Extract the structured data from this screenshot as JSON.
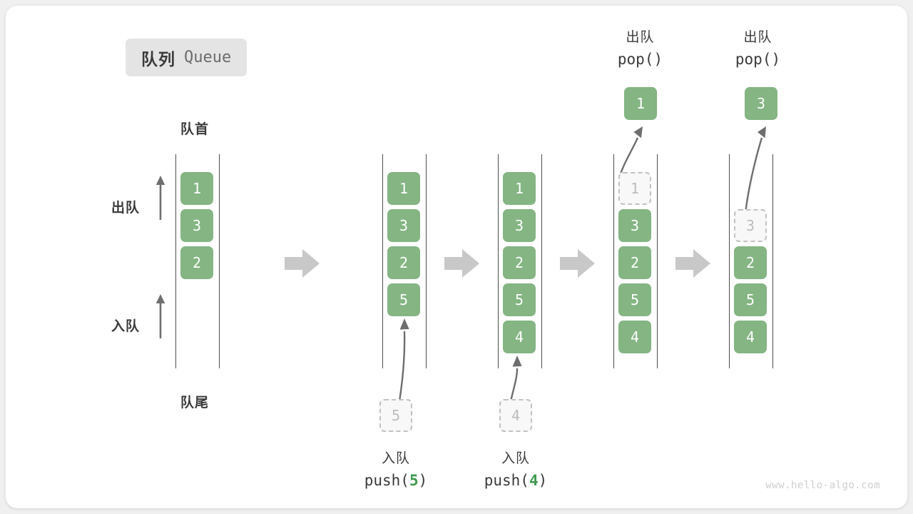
{
  "title": {
    "cn": "队列",
    "en": "Queue"
  },
  "labels": {
    "head": "队首",
    "tail": "队尾",
    "dequeue_side": "出队",
    "enqueue_side": "入队"
  },
  "watermark": "www.hello-algo.com",
  "colors": {
    "cell_fill": "#84b583",
    "cell_text": "#ffffff",
    "ghost_fill": "#f8f8f8",
    "ghost_text": "#bcbcbc",
    "ghost_border": "#c2c2c2",
    "rail": "#4d4d4d",
    "arrow_gray": "#c8c8c8",
    "curve_arrow": "#6e6e6e",
    "accent_green": "#3f9a4e",
    "badge_bg": "#e4e4e4",
    "text_dark": "#3a3a3a",
    "card_bg": "#ffffff",
    "page_bg": "#f0f0f0"
  },
  "steps": [
    {
      "id": "step-initial",
      "cells": [
        "1",
        "3",
        "2"
      ],
      "ghost_index": null,
      "op_cn": "",
      "op_code_prefix": "",
      "op_code_arg": "",
      "op_code_suffix": "",
      "incoming_ghost": null,
      "popped": null
    },
    {
      "id": "step-push-5",
      "cells": [
        "1",
        "3",
        "2",
        "5"
      ],
      "ghost_index": null,
      "op_cn": "入队",
      "op_code_prefix": "push(",
      "op_code_arg": "5",
      "op_code_suffix": ")",
      "incoming_ghost": "5",
      "popped": null
    },
    {
      "id": "step-push-4",
      "cells": [
        "1",
        "3",
        "2",
        "5",
        "4"
      ],
      "ghost_index": null,
      "op_cn": "入队",
      "op_code_prefix": "push(",
      "op_code_arg": "4",
      "op_code_suffix": ")",
      "incoming_ghost": "4",
      "popped": null
    },
    {
      "id": "step-pop-1",
      "cells": [
        "1",
        "3",
        "2",
        "5",
        "4"
      ],
      "ghost_index": 0,
      "op_cn": "出队",
      "op_code_prefix": "pop()",
      "op_code_arg": "",
      "op_code_suffix": "",
      "incoming_ghost": null,
      "popped": "1"
    },
    {
      "id": "step-pop-3",
      "cells": [
        "3",
        "2",
        "5",
        "4"
      ],
      "ghost_index": 0,
      "op_cn": "出队",
      "op_code_prefix": "pop()",
      "op_code_arg": "",
      "op_code_suffix": "",
      "incoming_ghost": null,
      "popped": "3"
    }
  ]
}
